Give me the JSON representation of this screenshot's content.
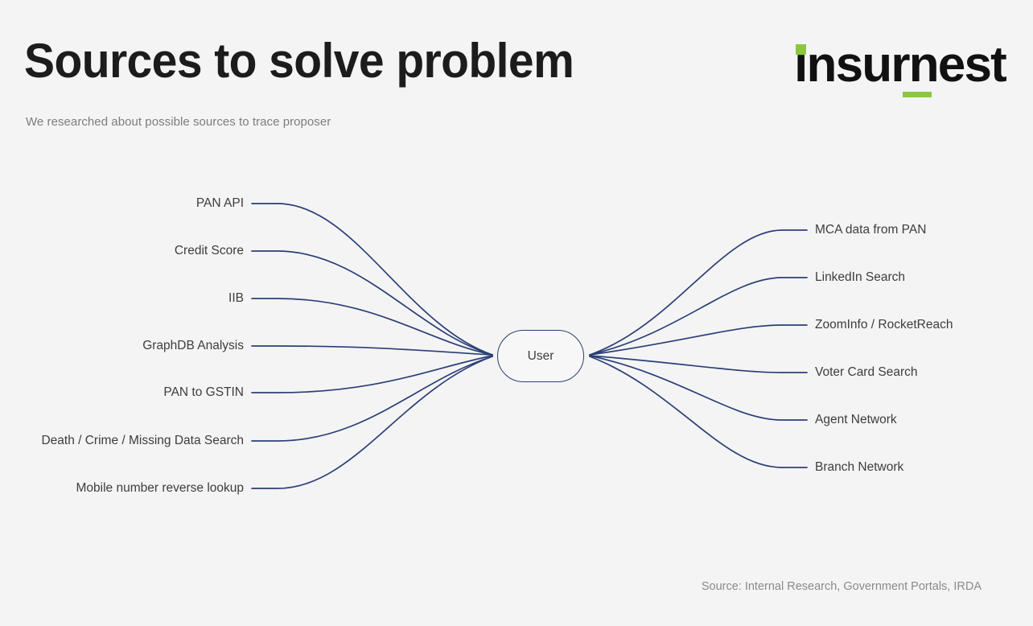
{
  "header": {
    "title": "Sources to solve problem",
    "subtitle": "We researched about possible sources to trace proposer"
  },
  "logo": {
    "wordmark": "insurnest",
    "accent_color": "#8cc63e"
  },
  "diagram": {
    "center_node": {
      "label": "User"
    },
    "edge_color": "#2b3f77",
    "left_branches": [
      {
        "label": "PAN API"
      },
      {
        "label": "Credit Score"
      },
      {
        "label": "IIB"
      },
      {
        "label": "GraphDB Analysis"
      },
      {
        "label": "PAN to GSTIN"
      },
      {
        "label": "Death / Crime / Missing Data Search"
      },
      {
        "label": "Mobile number reverse lookup"
      }
    ],
    "right_branches": [
      {
        "label": "MCA data from PAN"
      },
      {
        "label": "LinkedIn Search"
      },
      {
        "label": "ZoomInfo / RocketReach"
      },
      {
        "label": "Voter Card Search"
      },
      {
        "label": "Agent Network"
      },
      {
        "label": "Branch Network"
      }
    ]
  },
  "footer": {
    "source": "Source: Internal Research, Government Portals, IRDA"
  },
  "chart_data": {
    "type": "diagram",
    "title": "Sources to solve problem",
    "subtitle": "We researched about possible sources to trace proposer",
    "center": "User",
    "left_nodes": [
      "PAN API",
      "Credit Score",
      "IIB",
      "GraphDB Analysis",
      "PAN to GSTIN",
      "Death / Crime / Missing Data Search",
      "Mobile number reverse lookup"
    ],
    "right_nodes": [
      "MCA data from PAN",
      "LinkedIn Search",
      "ZoomInfo / RocketReach",
      "Voter Card Search",
      "Agent Network",
      "Branch Network"
    ],
    "source": "Source: Internal Research, Government Portals, IRDA"
  }
}
